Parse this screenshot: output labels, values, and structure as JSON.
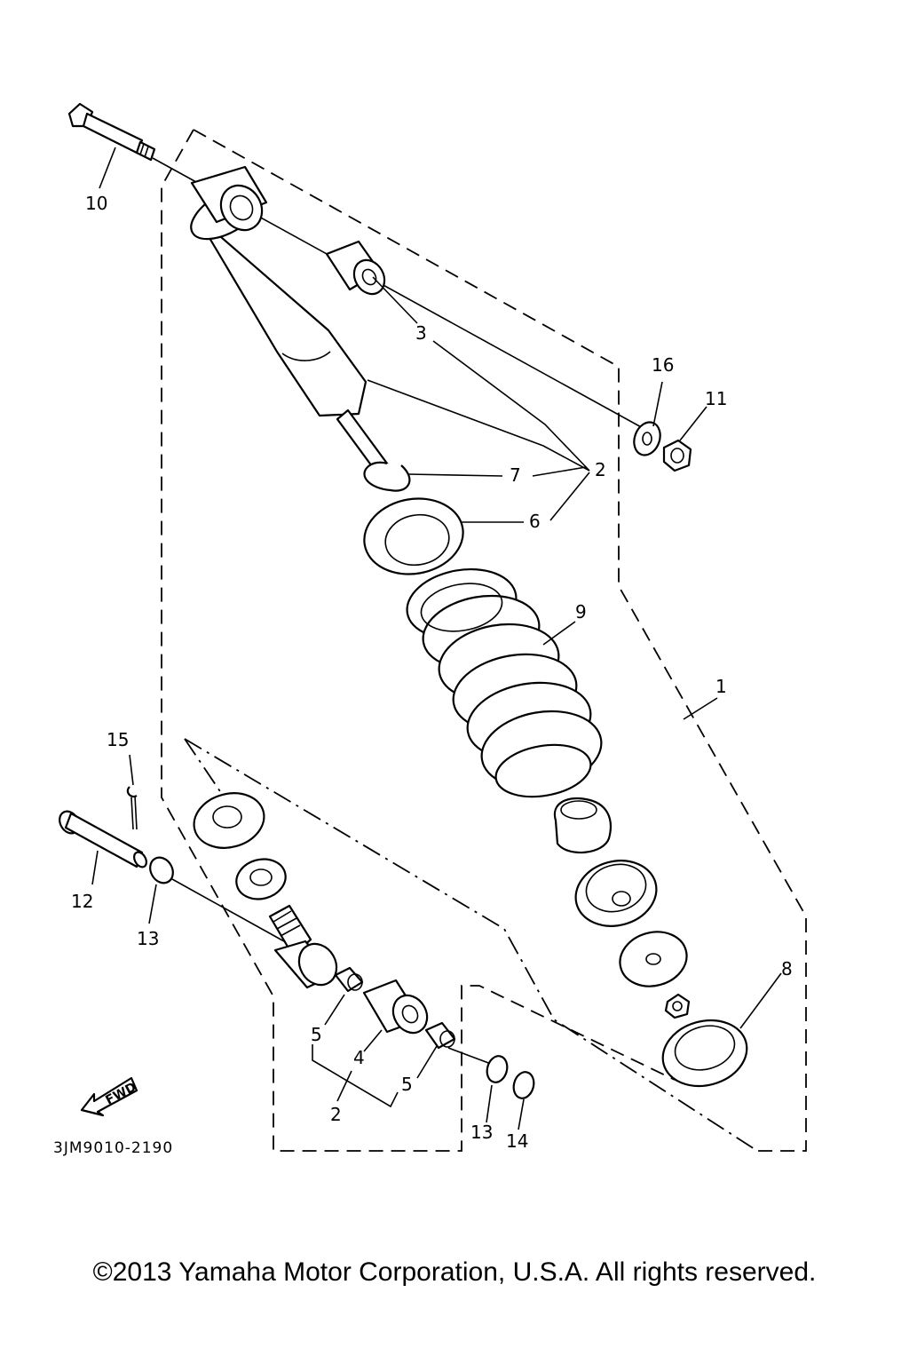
{
  "diagram": {
    "part_code": "3JM9010-2190",
    "fwd_label": "FWD",
    "callouts": {
      "c10": "10",
      "c3": "3",
      "c16": "16",
      "c11": "11",
      "c2a": "2",
      "c7": "7",
      "c6": "6",
      "c9": "9",
      "c1": "1",
      "c15": "15",
      "c12": "12",
      "c13a": "13",
      "c8": "8",
      "c5a": "5",
      "c4": "4",
      "c5b": "5",
      "c2b": "2",
      "c13b": "13",
      "c14": "14"
    }
  },
  "footer": {
    "copyright": "©2013 Yamaha Motor Corporation, U.S.A. All rights reserved."
  }
}
